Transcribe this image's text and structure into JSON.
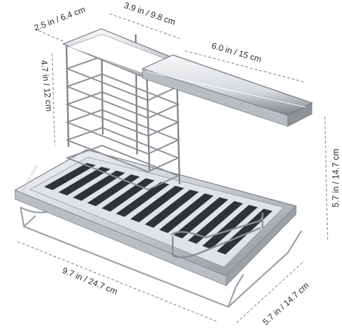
{
  "dimensions": {
    "depth_top": "2.5 in / 6.4 cm",
    "caddy_width": "3.9 in / 9.8 cm",
    "arm_length": "6.0 in / 15 cm",
    "caddy_height": "4.7 in / 12 cm",
    "total_height": "5.7 in / 14.7 cm",
    "tray_length": "9.7 in / 24.7 cm",
    "tray_width": "5.7 in / 14.7 cm"
  },
  "product": {
    "brand": "Sponsor-made"
  },
  "colors": {
    "steel_light": "#eef0f2",
    "steel_mid": "#c4c8cd",
    "steel_dark": "#6f747a",
    "slot_dark": "#2f3338",
    "label_text": "#2b2b2b",
    "background": "#ffffff"
  }
}
